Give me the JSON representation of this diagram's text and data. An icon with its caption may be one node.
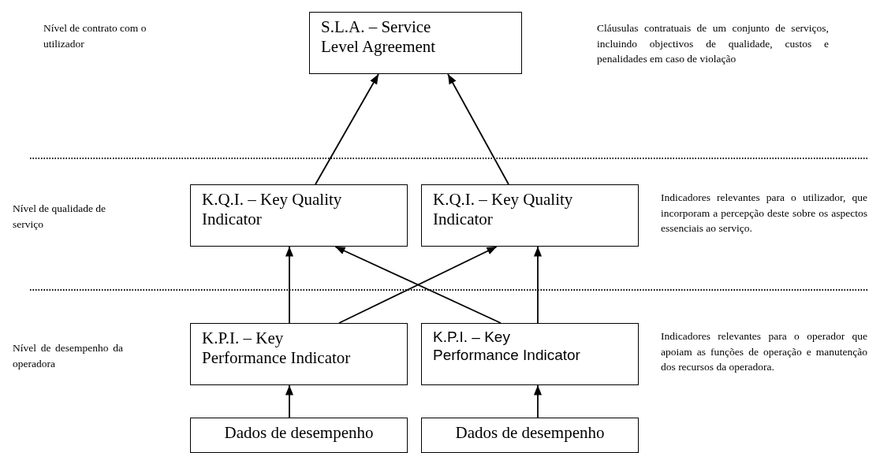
{
  "diagram": {
    "nodes": [
      {
        "text": [
          "S.L.A. – Service Level Agreement"
        ]
      },
      {
        "text": [
          "K.Q.I. – Key Quality Indicator"
        ]
      },
      {
        "text": [
          "K.Q.I. – Key Quality Indicator"
        ]
      },
      {
        "text": [
          "K.P.I. – Key Performance Indicator"
        ]
      },
      {
        "text": [
          "K.P.I. – Key Performance Indicator"
        ]
      },
      {
        "text": [
          "Dados de desempenho"
        ]
      },
      {
        "text": [
          "Dados de desempenho"
        ]
      }
    ],
    "edges": [
      {
        "from": 1,
        "to": 0,
        "arrow": "to"
      },
      {
        "from": 2,
        "to": 0,
        "arrow": "to"
      },
      {
        "from": 3,
        "to": 1,
        "arrow": "to"
      },
      {
        "from": 3,
        "to": 2,
        "arrow": "to"
      },
      {
        "from": 4,
        "to": 1,
        "arrow": "to"
      },
      {
        "from": 4,
        "to": 2,
        "arrow": "to"
      },
      {
        "from": 5,
        "to": 3,
        "arrow": "to"
      },
      {
        "from": 6,
        "to": 4,
        "arrow": "to"
      }
    ],
    "labels": [
      "Nível de contrato com o utilizador",
      "Cláusulas contratuais de um conjunto de serviços, incluindo objectivos de qualidade, custos e penalidades em caso de violação",
      "Nível de qualidade de serviço",
      "Indicadores relevantes para o utilizador, que incorporam a percepção deste sobre os aspectos essenciais ao serviço.",
      "Nível de desempenho da operadora",
      "Indicadores relevantes para o operador que apoiam as funções de operação e manutenção dos recursos da operadora."
    ]
  }
}
